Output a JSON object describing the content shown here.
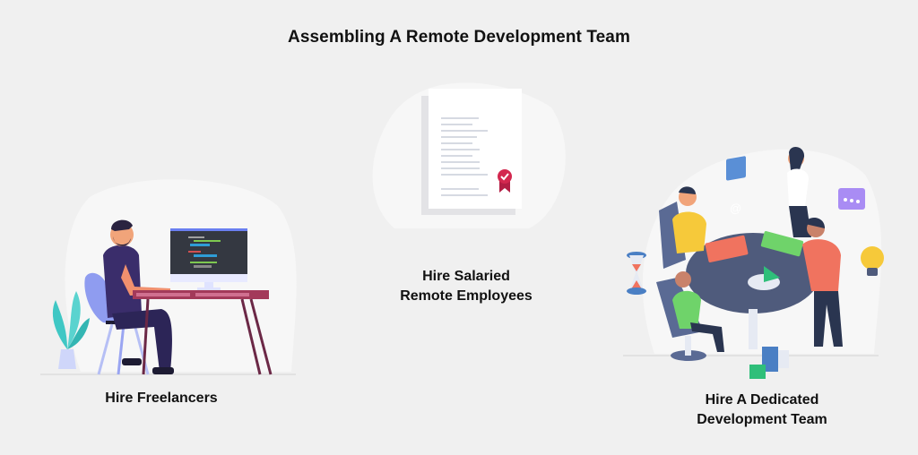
{
  "header": {
    "title": "Assembling A Remote Development Team"
  },
  "options": [
    {
      "label": "Hire Freelancers",
      "illustration": "developer-at-desk"
    },
    {
      "label_line1": "Hire Salaried",
      "label_line2": "Remote Employees",
      "illustration": "certificate-document"
    },
    {
      "label_line1": "Hire A Dedicated",
      "label_line2": "Development Team",
      "illustration": "team-meeting-table"
    }
  ],
  "colors": {
    "background": "#f0f0f0",
    "blob": "#f7f7f7",
    "text": "#111111",
    "desk": "#a33a5a",
    "shirt_dark": "#3a2d6b",
    "chair_blue": "#8f9cf0",
    "plant": "#3fc7c4",
    "badge_red": "#d3284f",
    "table": "#4f5b7c",
    "yellow": "#f6c93a",
    "coral": "#f0735f",
    "green": "#6fd36a",
    "purple": "#a98cf4",
    "at_blue": "#5a8fd6"
  }
}
